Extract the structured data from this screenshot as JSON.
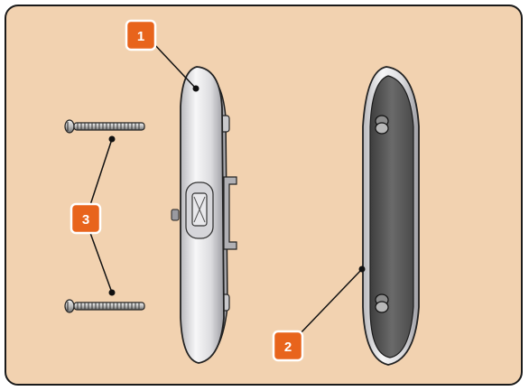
{
  "colors": {
    "panel_fill": "#f2d2b0",
    "panel_border": "#1a1a1a",
    "callout_fill": "#e8641c",
    "callout_border": "#ffffff",
    "leader_line": "#111111",
    "device_body": "#e8e8ea",
    "device_back": "#5a5a5a"
  },
  "callouts": [
    {
      "label": "1",
      "points_to": "front-cover"
    },
    {
      "label": "2",
      "points_to": "back-plate"
    },
    {
      "label": "3",
      "points_to": "screws"
    }
  ],
  "icons": {
    "screw": "screw-icon",
    "front_cover": "device-front-cover-icon",
    "back_plate": "device-back-plate-icon"
  }
}
